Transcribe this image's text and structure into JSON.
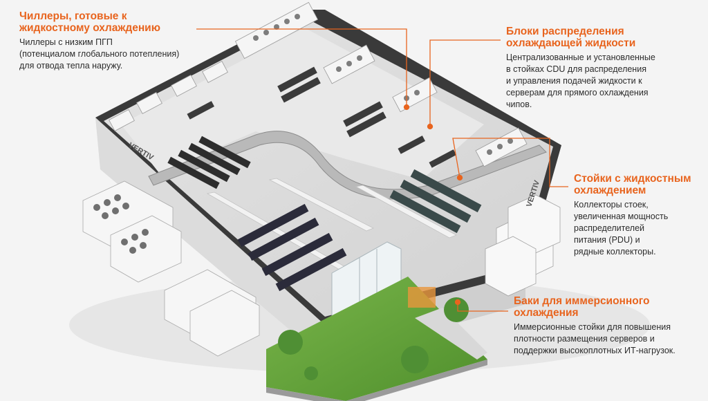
{
  "colors": {
    "accent": "#e8641e",
    "text": "#2b2b2b",
    "background": "#f4f4f4",
    "building": "#e9e9e9",
    "lawn": "#6aa83e"
  },
  "callouts": {
    "chillers": {
      "title_lines": [
        "Чиллеры, готовые к",
        "жидкостному охлаждению"
      ],
      "desc_lines": [
        "Чиллеры с низким ПГП",
        "(потенциалом глобального потепления)",
        "для отвода тепла наружу."
      ]
    },
    "cdu": {
      "title_lines": [
        "Блоки распределения",
        "охлаждающей жидкости"
      ],
      "desc_lines": [
        "Централизованные и установленные",
        "в стойках CDU для распределения",
        "и управления подачей жидкости к",
        "серверам для прямого охлаждения чипов."
      ]
    },
    "racks": {
      "title_lines": [
        "Стойки с жидкостным",
        "охлаждением"
      ],
      "desc_lines": [
        "Коллекторы стоек,",
        "увеличенная мощность",
        "распределителей",
        "питания (PDU) и",
        "рядные коллекторы."
      ]
    },
    "tanks": {
      "title_lines": [
        "Баки для иммерсионного",
        "охлаждения"
      ],
      "desc_lines": [
        "Иммерсионные стойки для повышения",
        "плотности размещения серверов и",
        "поддержки высокоплотных ИТ-нагрузок."
      ]
    }
  },
  "branding": {
    "logo_text": "VERTIV"
  }
}
